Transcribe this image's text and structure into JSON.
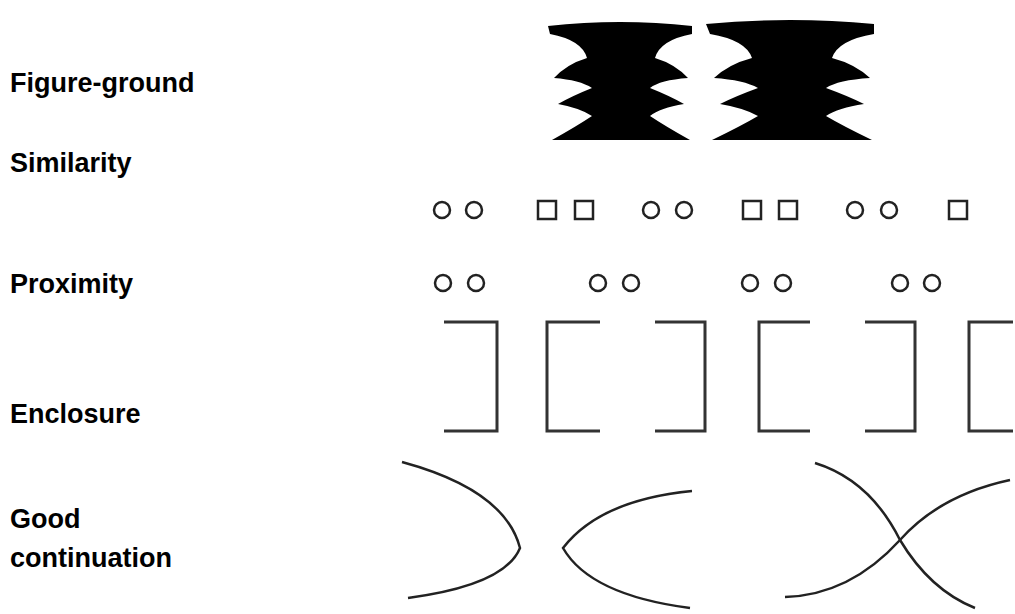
{
  "diagram": {
    "labels": [
      "Figure-ground",
      "Similarity",
      "Proximity",
      "Enclosure",
      "Good continuation"
    ]
  }
}
